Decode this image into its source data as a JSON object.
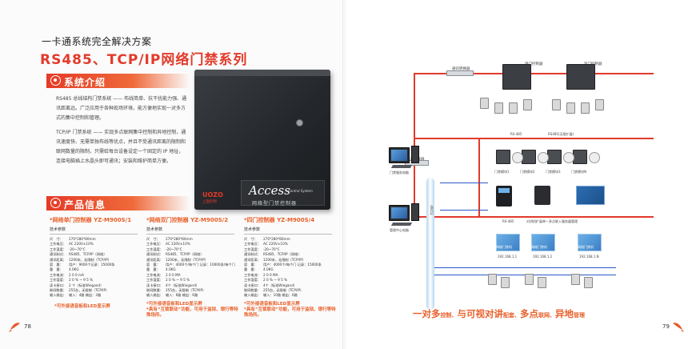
{
  "header": {
    "subtitle": "一卡通系统完全解决方案",
    "title": "RS485、TCP/IP网络门禁系列"
  },
  "intro": {
    "heading": "系统介绍",
    "para1": "RS485 总线结构门禁系统 —— 布线简单、抗干扰能力强、通讯距离远。广泛应用于各种现场环境，能方便地实现一对多方式的集中控制和管理。",
    "para2": "TCP/IP 门禁系统 —— 实现多点联网集中控制和异地控制，通讯速度快、无需单独布线等优点，并且不受通讯距离的限制和联网数量的限制，只需给每台设备设定一个固定的 IP 地址，连接电脑插上水晶头即可通讯；安装和维护简单方便。"
  },
  "cabinet": {
    "brand": "UOZO",
    "brand_sub": "上面控制",
    "access": "Access",
    "access_sub": "Control System",
    "cn_label": "网络型门禁控制器"
  },
  "products_heading": "产品信息",
  "products": [
    {
      "title": "*网络单门控制器 YZ-M900S/1",
      "tech_heading": "技术参数",
      "specs": [
        [
          "尺　寸：",
          "270*280*80mm"
        ],
        [
          "工作电压：",
          "AC 220V±10%"
        ],
        [
          "工作温度：",
          "-20~70°C"
        ],
        [
          "通讯制式：",
          "RS485、TCP/IP（网络）"
        ],
        [
          "通讯距离：",
          "1200米，无限制（TCP/IP）"
        ],
        [
          "容　量：",
          "用户：9000个记录：15000条"
        ],
        [
          "重　量：",
          "4.0KG"
        ],
        [
          "工作电流：",
          "2 0 0 mA"
        ],
        [
          "工作湿度：",
          "2 0 % ~ 9 5 %"
        ],
        [
          "读卡接口：",
          "2 个（标准Wiegand）"
        ],
        [
          "联网数量：",
          "255台，无限制（TCP/IP）"
        ],
        [
          "输入输出：",
          "输入：4路 输出：3路"
        ]
      ],
      "note": "*可外接语音板和LED显示屏"
    },
    {
      "title": "*网络双门控制器 YZ-M900S/2",
      "tech_heading": "技术参数",
      "specs": [
        [
          "尺　寸：",
          "270*280*80mm"
        ],
        [
          "工作电压：",
          "AC 220V±10%"
        ],
        [
          "工作温度：",
          "-20~70°C"
        ],
        [
          "通讯制式：",
          "RS485、TCP/IP（网络）"
        ],
        [
          "通讯距离：",
          "1200米，无限制（TCP/IP）"
        ],
        [
          "容　量：",
          "用户：4000个/每个门 记录：10000条/每个门"
        ],
        [
          "重　量：",
          "4.0KG"
        ],
        [
          "工作电流：",
          "2 0 0 MA"
        ],
        [
          "工作湿度：",
          "2 0 % ~ 9 5 %"
        ],
        [
          "读卡接口：",
          "4个（标准Wiegand）"
        ],
        [
          "联网数量：",
          "255台，无限制（TCP/IP）"
        ],
        [
          "输入输出：",
          "输入：6路 输出：6路"
        ]
      ],
      "note": "*可外接语音板和LED显示屏\n*具有“互锁联动”功能，可用于监狱、银行等特殊场所。"
    },
    {
      "title": "*四门控制器 YZ-M900S/4",
      "tech_heading": "技术参数",
      "specs": [
        [
          "尺　寸：",
          "270*280*80mm"
        ],
        [
          "工作电压：",
          "AC 220V±10%"
        ],
        [
          "工作温度：",
          "-20~70°C"
        ],
        [
          "通讯制式：",
          "RS485、TCP/IP（网络）"
        ],
        [
          "通讯距离：",
          "1200米，无限制（TCP/IP）"
        ],
        [
          "容　量：",
          "用户：4000个/每个门 记录：15000条"
        ],
        [
          "重　量：",
          "4.0KG"
        ],
        [
          "工作电流：",
          "2 0 0 MA"
        ],
        [
          "工作湿度：",
          "2 0 % ~ 9 5 %"
        ],
        [
          "读卡接口：",
          "4个（标准Wiegand）"
        ],
        [
          "联网数量：",
          "255台，无限制（TCP/IP）"
        ],
        [
          "输入输出：",
          "输入：10路 输出：6路"
        ]
      ],
      "note": "*可外接语音板和LED显示屏\n*具有“互锁联动”功能，可用于监狱、银行等特殊场所。"
    }
  ],
  "page_numbers": {
    "left": "78",
    "right": "79"
  },
  "diagram": {
    "top_label_left": "通讯转换器",
    "controller_label_1": "单门控制器",
    "controller_label_2": "双门控制器",
    "converter_label": "通讯转换器",
    "pc_label_1": "门禁服务电脑",
    "pc_label_2": "管理中心电脑",
    "rs485_label_1": "RS-485",
    "rs485_label_2": "RS-485",
    "rs485_link_label": "RS485(无限扩展)",
    "tcp_label": "TCP/IP",
    "bottom_link_label": "对讲机扩展单一多点联入服务器管理",
    "reader_labels": [
      "门禁模块1",
      "门禁模块2",
      "门禁模块3",
      "门禁模块N"
    ],
    "ip_labels": [
      "192.168.1.1",
      "192.168.1.2",
      "192.168.1.N"
    ],
    "ip_board_labels": [
      "网络门禁机",
      "网络门禁机",
      "网络门禁机"
    ]
  },
  "slogan": {
    "part1": "一对多",
    "part2": "控制、",
    "part3": "与可视对讲",
    "part4": "配套、",
    "part5": "多点",
    "part6": "联网、",
    "part7": "异地",
    "part8": "管理"
  },
  "colors": {
    "accent_red": "#e33a2a",
    "accent_orange": "#e8602a",
    "wire_blue": "#2a56c8"
  }
}
